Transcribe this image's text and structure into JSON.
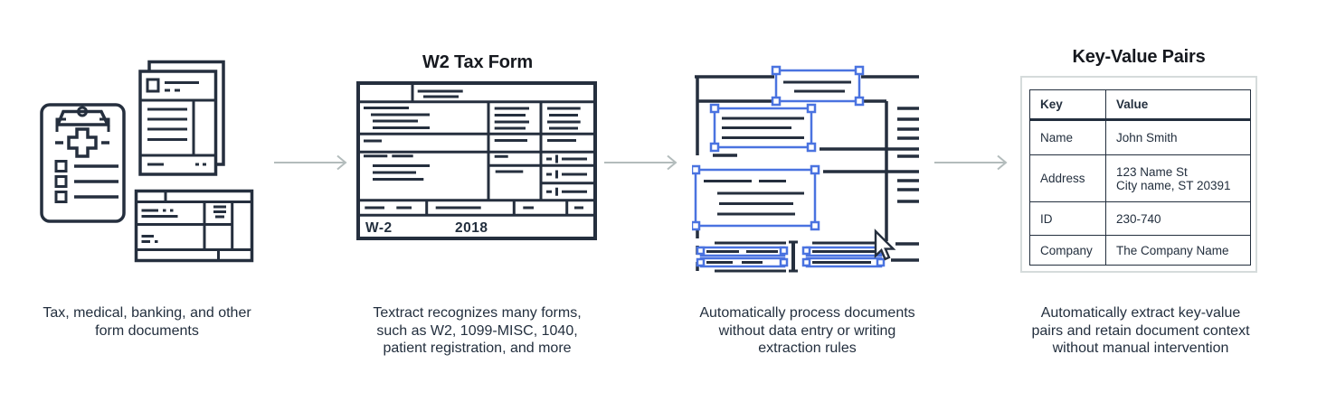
{
  "steps": {
    "documents": {
      "caption": "Tax, medical, banking, and other\nform documents",
      "icons": [
        "medical-clipboard-icon",
        "document-icon",
        "banking-form-icon"
      ]
    },
    "w2": {
      "title": "W2 Tax Form",
      "form_label": "W-2",
      "form_year": "2018",
      "caption": "Textract recognizes many forms,\nsuch as W2, 1099-MISC, 1040,\npatient registration, and more"
    },
    "processing": {
      "caption": "Automatically process documents\nwithout data entry or writing\nextraction rules",
      "icons": [
        "selection-box",
        "text-cursor-icon",
        "mouse-cursor-icon"
      ]
    },
    "keyvalue": {
      "title": "Key-Value Pairs",
      "table": {
        "headers": [
          "Key",
          "Value"
        ],
        "rows": [
          {
            "key": "Name",
            "value": "John Smith"
          },
          {
            "key": "Address",
            "value": "123 Name St\nCity name, ST 20391"
          },
          {
            "key": "ID",
            "value": "230-740"
          },
          {
            "key": "Company",
            "value": "The Company Name"
          }
        ]
      },
      "caption": "Automatically extract key-value\npairs and retain document context\nwithout manual intervention"
    }
  },
  "colors": {
    "ink": "#252f3e",
    "selection_blue": "#4a73e0",
    "arrow_gray": "#b3bcbc",
    "panel_border": "#d5dbdb"
  }
}
